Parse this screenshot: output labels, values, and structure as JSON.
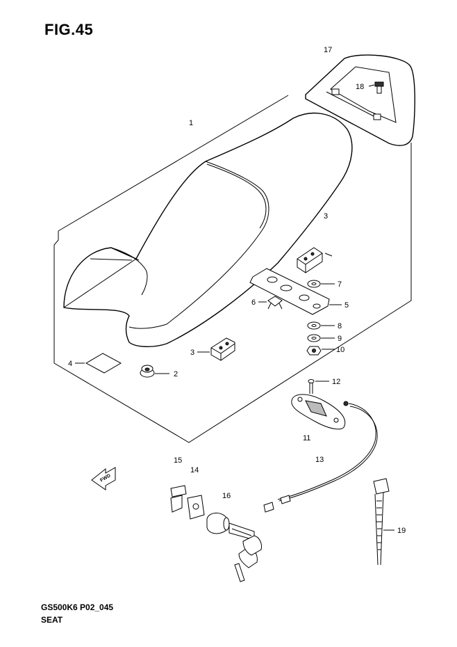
{
  "figure": {
    "title": "FIG.45"
  },
  "footer": {
    "model_code": "GS500K6 P02_045",
    "section": "SEAT"
  },
  "direction_arrow": {
    "label": "FWD",
    "icon": "forward-arrow-icon"
  },
  "callouts": [
    {
      "id": "c1",
      "text": "1"
    },
    {
      "id": "c2",
      "text": "2"
    },
    {
      "id": "c3a",
      "text": "3"
    },
    {
      "id": "c3b",
      "text": "3"
    },
    {
      "id": "c4",
      "text": "4"
    },
    {
      "id": "c5",
      "text": "5"
    },
    {
      "id": "c6",
      "text": "6"
    },
    {
      "id": "c7",
      "text": "7"
    },
    {
      "id": "c8",
      "text": "8"
    },
    {
      "id": "c9",
      "text": "9"
    },
    {
      "id": "c10",
      "text": "10"
    },
    {
      "id": "c11",
      "text": "11"
    },
    {
      "id": "c12",
      "text": "12"
    },
    {
      "id": "c13",
      "text": "13"
    },
    {
      "id": "c14",
      "text": "14"
    },
    {
      "id": "c15",
      "text": "15"
    },
    {
      "id": "c16",
      "text": "16"
    },
    {
      "id": "c17",
      "text": "17"
    },
    {
      "id": "c18",
      "text": "18"
    },
    {
      "id": "c19",
      "text": "19"
    }
  ]
}
